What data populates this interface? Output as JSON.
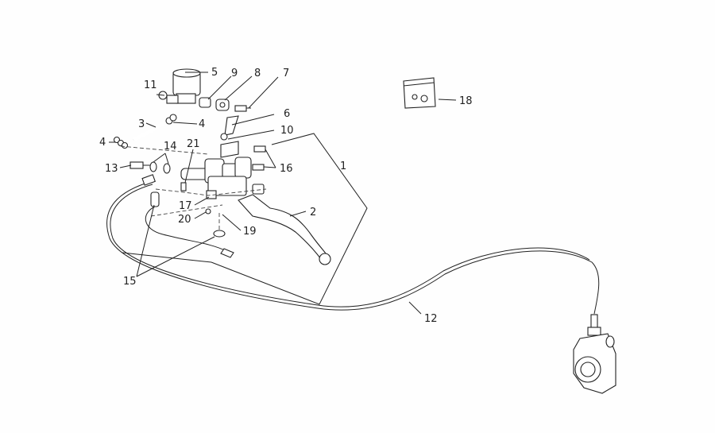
{
  "diagram": {
    "callouts": {
      "c1": "1",
      "c2": "2",
      "c3": "3",
      "c4a": "4",
      "c4b": "4",
      "c5": "5",
      "c6": "6",
      "c7": "7",
      "c8": "8",
      "c9": "9",
      "c10": "10",
      "c11": "11",
      "c12": "12",
      "c13": "13",
      "c14": "14",
      "c15": "15",
      "c16": "16",
      "c17": "17",
      "c18": "18",
      "c19": "19",
      "c20": "20",
      "c21": "21"
    }
  }
}
